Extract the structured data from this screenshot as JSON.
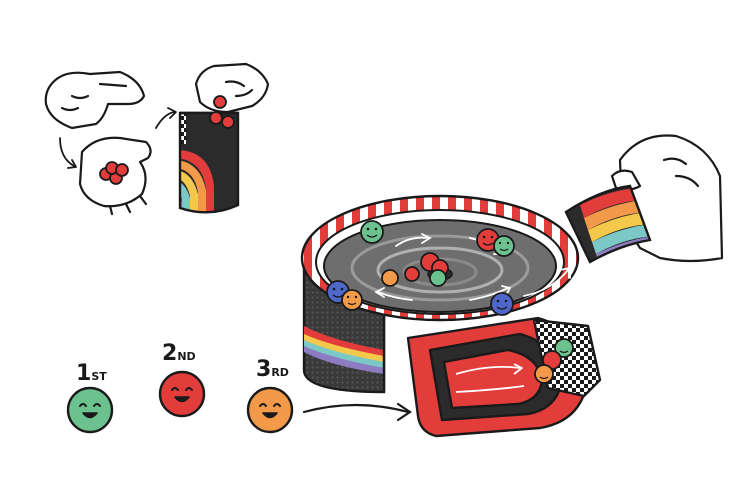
{
  "podium": [
    {
      "ordinal": "1",
      "suffix": "ST",
      "color": "#6cc28e"
    },
    {
      "ordinal": "2",
      "suffix": "ND",
      "color": "#e23d3b"
    },
    {
      "ordinal": "3",
      "suffix": "RD",
      "color": "#f39a4a"
    }
  ],
  "colors": {
    "ink": "#1a1a1a",
    "red": "#e23d3b",
    "green": "#6cc28e",
    "blue": "#4d68c9",
    "orange": "#f39a4a",
    "yellow": "#f4c84a",
    "pink": "#f08fa0",
    "teal": "#7cc8c6",
    "purple": "#8e7cc3",
    "gray": "#6e6e6e",
    "dark": "#2b2b2b"
  }
}
